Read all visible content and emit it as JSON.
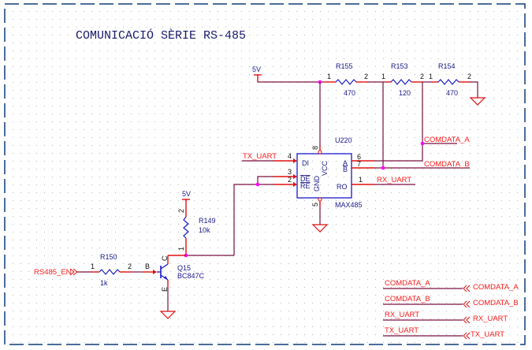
{
  "title": "COMUNICACIÓ SÈRIE RS-485",
  "power": {
    "label": "5V"
  },
  "resistors": [
    {
      "ref": "R155",
      "value": "470",
      "pin1": "1",
      "pin2": "2"
    },
    {
      "ref": "R153",
      "value": "120",
      "pin1": "1",
      "pin2": "2"
    },
    {
      "ref": "R154",
      "value": "470",
      "pin1": "1",
      "pin2": "2"
    },
    {
      "ref": "R149",
      "value": "10k",
      "pin1": "1",
      "pin2": "2"
    },
    {
      "ref": "R150",
      "value": "1k",
      "pin1": "1",
      "pin2": "2"
    }
  ],
  "ic": {
    "ref": "U220",
    "part": "MAX485",
    "pins": {
      "di": {
        "name": "DI",
        "num": "4"
      },
      "de": {
        "name": "DE",
        "num": "3"
      },
      "re": {
        "name": "RE",
        "num": "2"
      },
      "a": {
        "name": "A",
        "num": "6"
      },
      "b": {
        "name": "B",
        "num": "7"
      },
      "ro": {
        "name": "RO",
        "num": "1"
      },
      "vcc": {
        "name": "VCC",
        "num": "8"
      },
      "gnd": {
        "name": "GND",
        "num": "5"
      }
    }
  },
  "transistor": {
    "ref": "Q15",
    "part": "BC847C",
    "base": "B",
    "collector": "C",
    "emitter": "E"
  },
  "nets": {
    "tx_uart": "TX_UART",
    "rx_uart": "RX_UART",
    "comdata_a": "COMDATA_A",
    "comdata_b": "COMDATA_B",
    "rs485_en": "RS485_EN",
    "r149_power": "5V"
  },
  "ports": [
    {
      "wire_label": "COMDATA_A",
      "port_label": "COMDATA_A"
    },
    {
      "wire_label": "COMDATA_B",
      "port_label": "COMDATA_B"
    },
    {
      "wire_label": "RX_UART",
      "port_label": "RX_UART"
    },
    {
      "wire_label": "TX_UART",
      "port_label": "TX_UART"
    }
  ]
}
